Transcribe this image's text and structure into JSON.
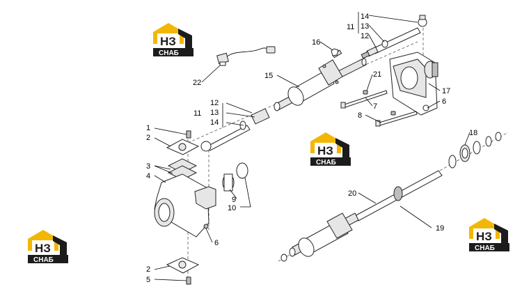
{
  "watermark": {
    "letters": "НЗ",
    "caption": "СНАБ",
    "colors": {
      "roof": "#f2b705",
      "dark": "#1c1c1c",
      "caption_bg": "#1c1c1c",
      "caption_text": "#ffffff"
    }
  },
  "callouts": {
    "c1": "1",
    "c2a": "2",
    "c2b": "2",
    "c3": "3",
    "c4": "4",
    "c5": "5",
    "c6a": "6",
    "c6b": "6",
    "c7": "7",
    "c8": "8",
    "c9": "9",
    "c10": "10",
    "c11a": "11",
    "c12a": "12",
    "c13a": "13",
    "c14a": "14",
    "c11b": "11",
    "c12b": "12",
    "c13b": "13",
    "c14b": "14",
    "c15": "15",
    "c16": "16",
    "c17": "17",
    "c18": "18",
    "c19": "19",
    "c20": "20",
    "c21": "21",
    "c22": "22"
  }
}
